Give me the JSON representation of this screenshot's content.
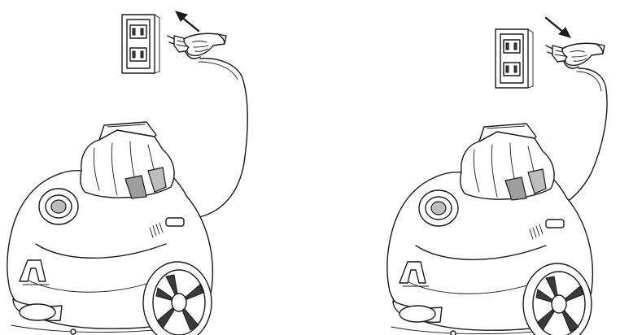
{
  "illustration": {
    "panels": [
      {
        "id": "plug-in",
        "cord_action": "plug in",
        "arrow_direction": "toward-outlet"
      },
      {
        "id": "unplug",
        "cord_action": "unplug",
        "arrow_direction": "away-from-outlet"
      }
    ],
    "colors": {
      "line": "#1a1a1a",
      "background": "#ffffff",
      "shade": "#bdbdbd"
    }
  }
}
